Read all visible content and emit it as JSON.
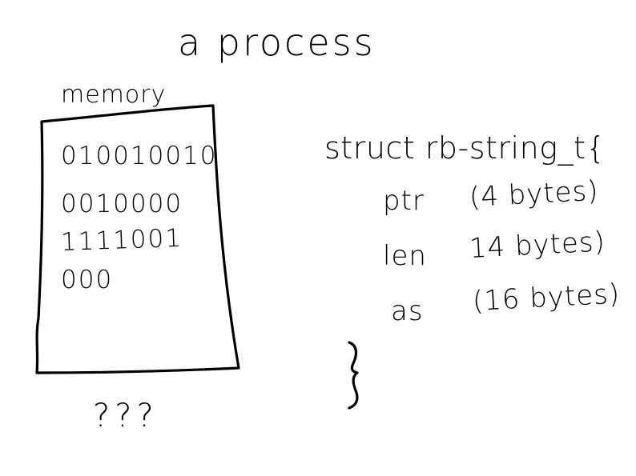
{
  "title": "a process",
  "memory": {
    "label": "memory",
    "bits": [
      "010010010",
      "0010000",
      "1111001",
      "000"
    ],
    "footer": "???"
  },
  "struct": {
    "opening": "struct rb-string_t{",
    "fields": [
      {
        "name": "ptr",
        "size": "(4 bytes)"
      },
      {
        "name": "len",
        "size": "14 bytes)"
      },
      {
        "name": "as",
        "size": "(16 bytes)"
      }
    ]
  },
  "colors": {
    "ink": "#000000",
    "background": "#ffffff"
  }
}
